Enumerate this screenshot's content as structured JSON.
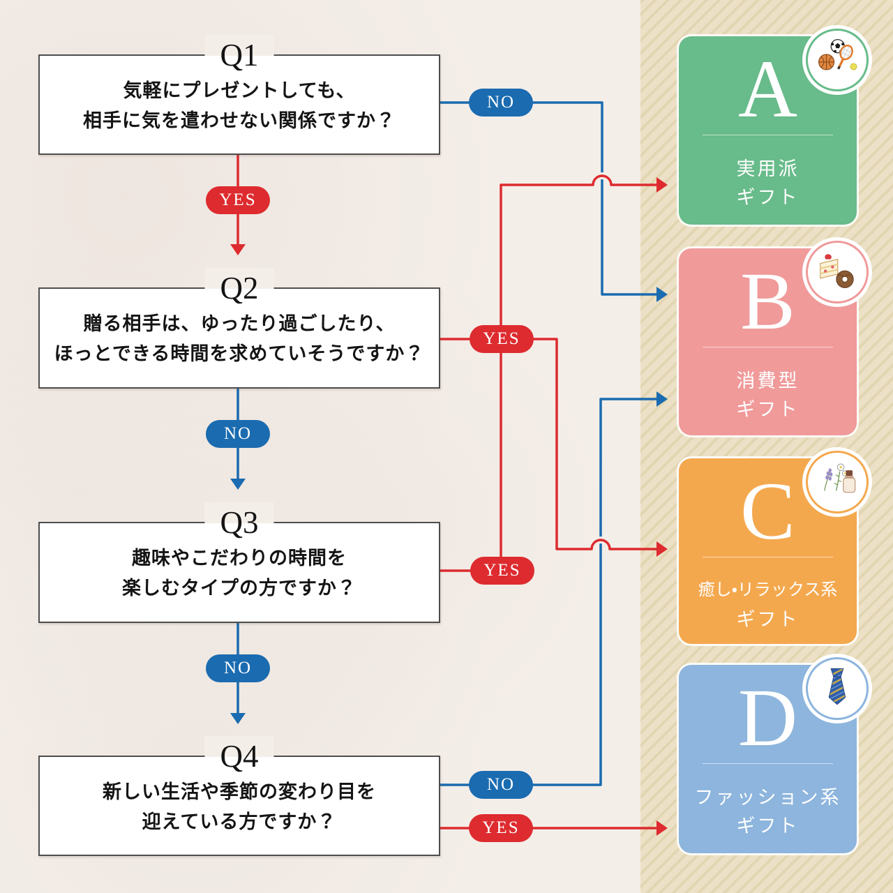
{
  "page": {
    "background_color": "#f4eee9",
    "panel_stripe_base": "#ece1c6",
    "panel_stripe_line": "#e2d5b2"
  },
  "flowchart": {
    "colors": {
      "yes_red": "#dd2b2f",
      "no_blue": "#1a6bb0"
    },
    "questions": [
      {
        "id": "Q1",
        "line1": "気軽にプレゼントしても、",
        "line2": "相手に気を遣わせない関係ですか？",
        "yes_label": "YES",
        "no_label": "NO"
      },
      {
        "id": "Q2",
        "line1": "贈る相手は、ゆったり過ごしたり、",
        "line2": "ほっとできる時間を求めていそうですか？",
        "yes_label": "YES",
        "no_label": "NO"
      },
      {
        "id": "Q3",
        "line1": "趣味やこだわりの時間を",
        "line2": "楽しむタイプの方ですか？",
        "yes_label": "YES",
        "no_label": "NO"
      },
      {
        "id": "Q4",
        "line1": "新しい生活や季節の変わり目を",
        "line2": "迎えている方ですか？",
        "yes_label": "YES",
        "no_label": "NO"
      }
    ],
    "results": [
      {
        "letter": "A",
        "label_line1": "実用派",
        "label_line2": "ギフト",
        "color": "#68bb8a",
        "icon": "sports-icon"
      },
      {
        "letter": "B",
        "label_line1": "消費型",
        "label_line2": "ギフト",
        "color": "#f09a9a",
        "icon": "sweets-icon"
      },
      {
        "letter": "C",
        "label_line1": "癒し・リラックス系",
        "label_line2": "ギフト",
        "color": "#f4a84e",
        "icon": "aroma-icon"
      },
      {
        "letter": "D",
        "label_line1": "ファッション系",
        "label_line2": "ギフト",
        "color": "#8db5dd",
        "icon": "necktie-icon"
      }
    ],
    "connections": [
      {
        "from": "Q1",
        "answer": "YES",
        "to": "Q2"
      },
      {
        "from": "Q1",
        "answer": "NO",
        "to": "B"
      },
      {
        "from": "Q2",
        "answer": "YES",
        "to": "C"
      },
      {
        "from": "Q2",
        "answer": "NO",
        "to": "Q3"
      },
      {
        "from": "Q3",
        "answer": "YES",
        "to": "A"
      },
      {
        "from": "Q3",
        "answer": "NO",
        "to": "Q4"
      },
      {
        "from": "Q4",
        "answer": "YES",
        "to": "D"
      },
      {
        "from": "Q4",
        "answer": "NO",
        "to": "B"
      }
    ]
  }
}
